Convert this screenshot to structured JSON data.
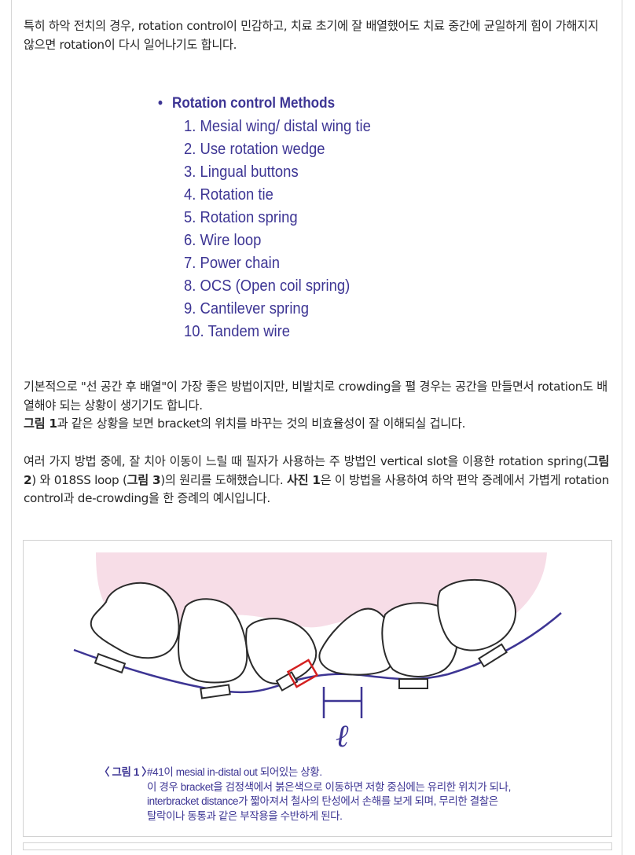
{
  "paragraphs": {
    "p1": "특히 하악 전치의 경우, rotation control이 민감하고, 치료 초기에 잘 배열했어도 치료 중간에 균일하게 힘이 가해지지 않으면 rotation이 다시 일어나기도 합니다.",
    "p2_line1": "기본적으로 \"선 공간 후 배열\"이 가장 좋은 방법이지만, 비발치로 crowding을 펼 경우는 공간을 만들면서 rotation도 배열해야 되는 상황이 생기기도 합니다.",
    "p2_bold": "그림 1",
    "p2_line2": "과 같은 상황을 보면 bracket의 위치를 바꾸는 것의 비효율성이 잘 이해되실 겁니다.",
    "p3_a": "여러 가지 방법 중에, 잘 치아 이동이 느릴 때 필자가 사용하는 주 방법인 vertical slot을 이용한 rotation spring(",
    "p3_b1": "그림2",
    "p3_c": ") 와 018SS loop (",
    "p3_b2": "그림 3",
    "p3_d": ")의 원리를 도해했습니다. ",
    "p3_b3": "사진 1",
    "p3_e": "은 이 방법을 사용하여 하악 편악 증례에서 가볍게 rotation control과 de-crowding을 한 증례의 예시입니다."
  },
  "methods": {
    "bullet": "•",
    "title": "Rotation control Methods",
    "items": [
      "1. Mesial wing/ distal wing tie",
      "2. Use rotation wedge",
      "3. Lingual buttons",
      "4. Rotation tie",
      "5. Rotation spring",
      "6. Wire loop",
      "7. Power chain",
      "8. OCS (Open coil spring)",
      "9. Cantilever spring",
      "10. Tandem wire"
    ]
  },
  "figure1": {
    "distance_symbol": "ℓ",
    "caption_label": "〈 그림 1 〉",
    "caption_line1": "#41이 mesial in-distal out 되어있는 상황.",
    "caption_line2": "이 경우 bracket을 검정색에서 붉은색으로 이동하면 저항 중심에는 유리한 위치가 되나,",
    "caption_line3": "interbracket distance가 짧아져서 철사의 탄성에서 손해를 보게 되며, 무리한 결찰은",
    "caption_line4": "탈락이나 동통과 같은 부작용을 수반하게 된다.",
    "colors": {
      "gum": "#f7dde7",
      "wire": "#3d3594",
      "tooth_outline": "#2b2b2b",
      "moved_bracket": "#d42020"
    }
  }
}
